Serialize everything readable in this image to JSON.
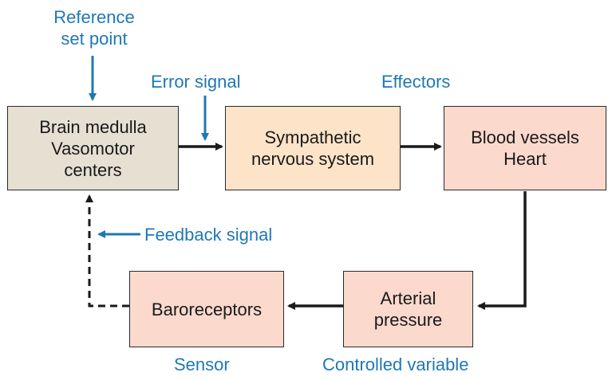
{
  "colors": {
    "controller_fill": "#e6e0d3",
    "effector_fill": "#fde3c8",
    "pink_fill": "#fbd9cd",
    "blue": "#1f78b4",
    "line": "#1a1a1a"
  },
  "labels": {
    "reference_line1": "Reference",
    "reference_line2": "set point",
    "error_signal": "Error signal",
    "effectors": "Effectors",
    "feedback_signal": "Feedback signal",
    "sensor": "Sensor",
    "controlled_variable": "Controlled variable"
  },
  "boxes": {
    "medulla": {
      "lines": [
        "Brain medulla",
        "Vasomotor",
        "centers"
      ]
    },
    "sympathetic": {
      "lines": [
        "Sympathetic",
        "nervous system"
      ]
    },
    "vessels": {
      "lines": [
        "Blood vessels",
        "Heart"
      ]
    },
    "pressure": {
      "lines": [
        "Arterial",
        "pressure"
      ]
    },
    "baroreceptors": {
      "lines": [
        "Baroreceptors"
      ]
    }
  }
}
